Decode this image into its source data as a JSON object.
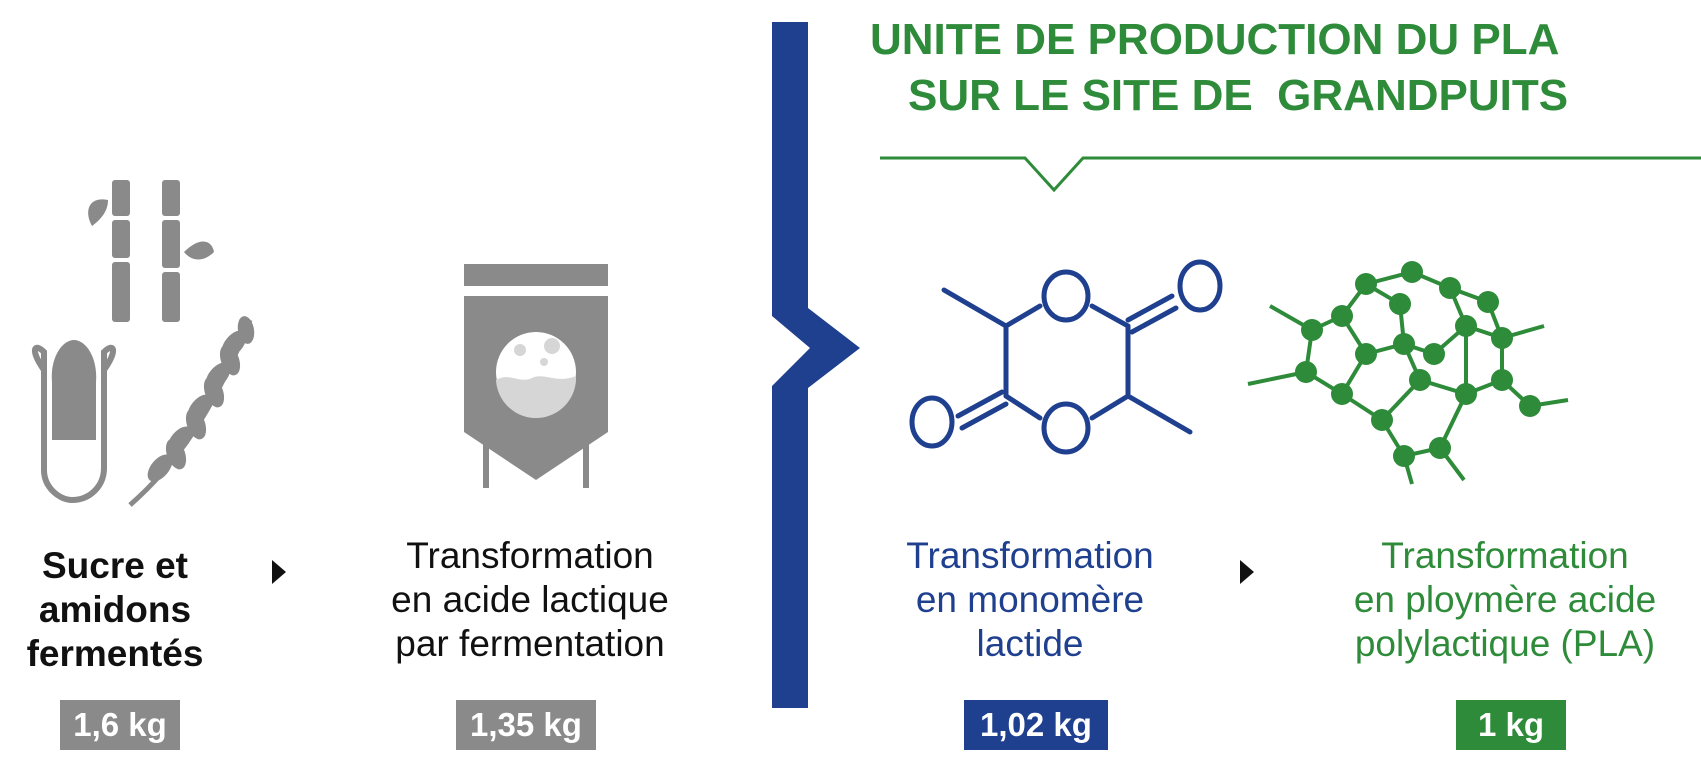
{
  "title": {
    "line1": "UNITE DE PRODUCTION DU PLA",
    "line2": "SUR LE SITE DE  GRANDPUITS"
  },
  "steps": [
    {
      "label_lines": [
        "Sucre et",
        "amidons",
        "fermentés"
      ],
      "value": "1,6 kg",
      "color": "#8a8a8a",
      "icon": "crops-icon"
    },
    {
      "label_lines": [
        "Transformation",
        "en acide lactique",
        "par fermentation"
      ],
      "value": "1,35 kg",
      "color": "#8a8a8a",
      "icon": "fermenter-tank-icon"
    },
    {
      "label_lines": [
        "Transformation",
        "en monomère",
        "lactide"
      ],
      "value": "1,02 kg",
      "color": "#1f3f8f",
      "icon": "lactide-molecule-icon"
    },
    {
      "label_lines": [
        "Transformation",
        "en ploymère acide",
        "polylactique (PLA)"
      ],
      "value": "1 kg",
      "color": "#2e8b3a",
      "icon": "polymer-network-icon"
    }
  ],
  "colors": {
    "gray": "#8a8a8a",
    "blue": "#1f3f8f",
    "green": "#2e8b3a"
  }
}
